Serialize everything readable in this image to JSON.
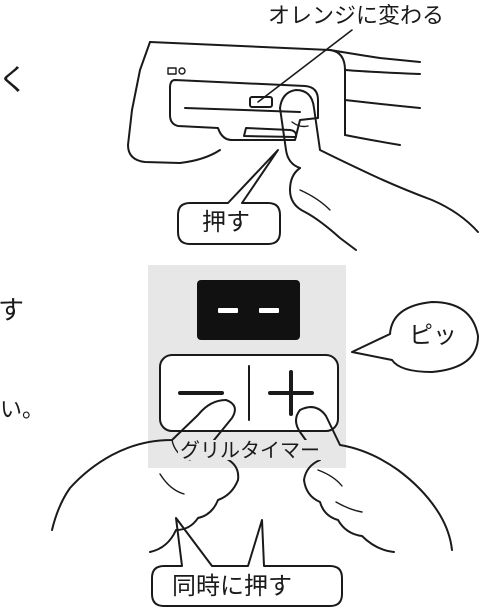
{
  "labels": {
    "orange_note": "オレンジに変わる",
    "press": "押す",
    "beep": "ピッ",
    "panel_name": "グリルタイマー",
    "press_together": "同時に押す",
    "left_fragment_1": "く",
    "left_fragment_2": "す",
    "left_fragment_3": "い。"
  },
  "display": {
    "readout": "- -"
  },
  "buttons": {
    "minus": "−",
    "plus": "+"
  }
}
